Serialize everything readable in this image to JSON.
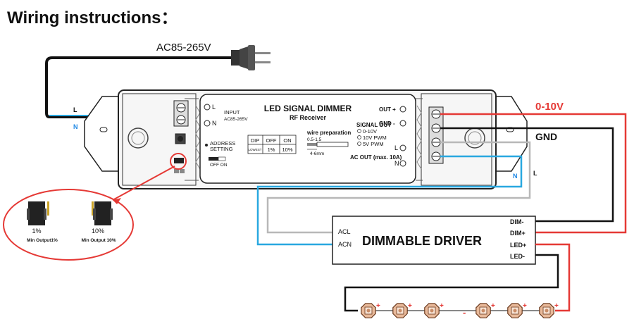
{
  "title": "Wiring instructions：",
  "mains": {
    "voltage": "AC85-265V",
    "line": "L",
    "neutral": "N"
  },
  "dimmer": {
    "name": "LED  SIGNAL  DIMMER",
    "type": "RF Receiver",
    "input_l": "L",
    "input_n": "N",
    "input_label": "INPUT",
    "input_range": "AC85-265V",
    "address": "ADDRESS",
    "setting": "SETTING",
    "off_on": "OFF  ON",
    "dip_headers": [
      "DIP",
      "OFF",
      "ON"
    ],
    "dip_row": [
      "LOWEST",
      "1%",
      "10%"
    ],
    "wire_prep": "wire preparation",
    "wire_gauge": "0.5-1.5",
    "strip_len": "4-6mm",
    "signal_out": "SIGNAL OUT",
    "signal_options": [
      "0-10V",
      "10V PWM",
      "5V PWM"
    ],
    "out_plus": "OUT +",
    "gnd_minus": "GND -",
    "out_l": "L",
    "out_n": "N",
    "ac_out": "AC OUT (max. 10A)"
  },
  "labels": {
    "zero_ten": "0-10V",
    "gnd": "GND",
    "out_n": "N",
    "out_l": "L"
  },
  "driver": {
    "name": "DIMMABLE DRIVER",
    "acl": "ACL",
    "acn": "ACN",
    "dim_minus": "DIM-",
    "dim_plus": "DIM+",
    "led_plus": "LED+",
    "led_minus": "LED-"
  },
  "jumper": {
    "opt1_value": "1%",
    "opt1_label": "Min Output1%",
    "opt2_value": "10%",
    "opt2_label": "Min Output 10%"
  },
  "led_string": {
    "led_count": 6,
    "plus": "+",
    "minus": "-"
  },
  "colors": {
    "red": "#e53935",
    "blue": "#29a8e0",
    "grey": "#b8b8b8",
    "black": "#111111"
  }
}
